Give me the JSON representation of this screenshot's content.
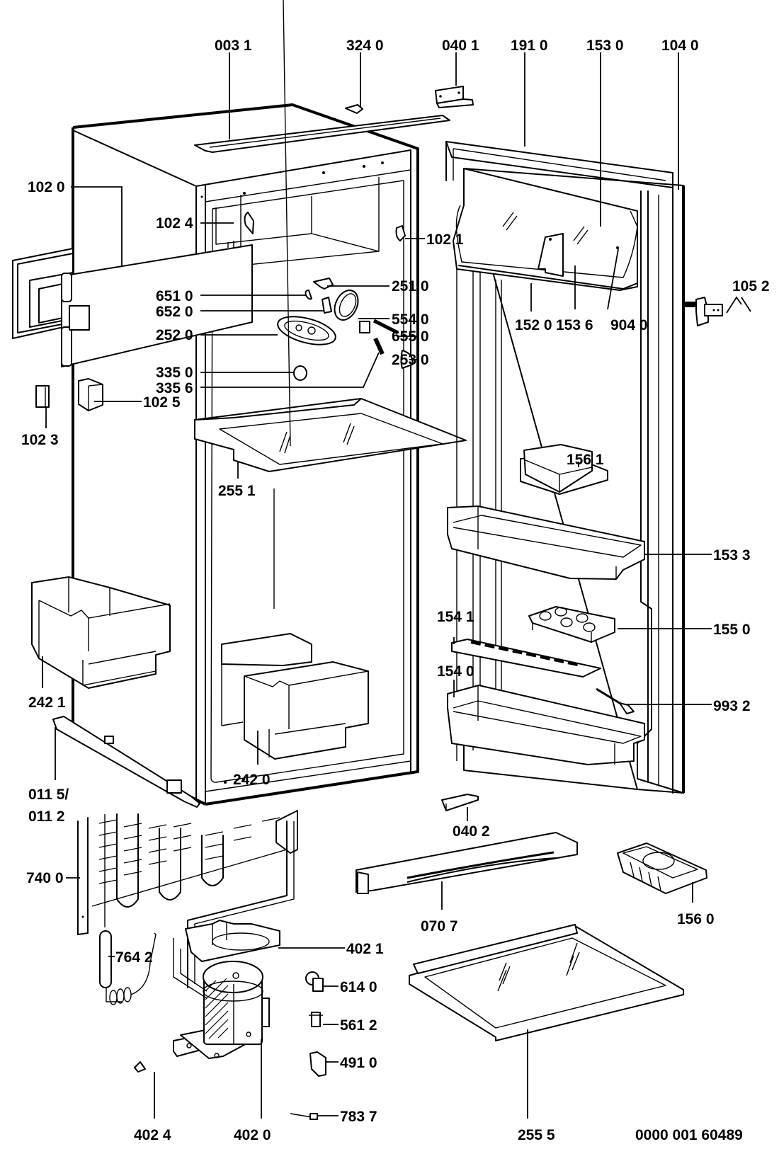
{
  "diagram": {
    "title": "Refrigerator exploded parts view",
    "drawing_number": "0000 001 60489",
    "labels": {
      "p0031": "003 1",
      "p3240": "324 0",
      "p0401": "040 1",
      "p1910": "191 0",
      "p1530": "153 0",
      "p1040": "104 0",
      "p1020": "102 0",
      "p1024": "102 4",
      "p1021": "102 1",
      "p6510": "651 0",
      "p6520": "652 0",
      "p2520": "252 0",
      "p2510": "251 0",
      "p5540": "554 0",
      "p6550": "655 0",
      "p2530": "253 0",
      "p3350": "335 0",
      "p3356": "335 6",
      "p1025": "102 5",
      "p1023": "102 3",
      "p1520": "152 0",
      "p1536": "153 6",
      "p9040": "904 0",
      "p1052": "105 2",
      "p2551": "255 1",
      "p1561": "156 1",
      "p1533": "153 3",
      "p1550": "155 0",
      "p1541": "154 1",
      "p1540": "154 0",
      "p9932": "993 2",
      "p2421": "242 1",
      "p2420": "242 0",
      "p0115": "011 5/",
      "p0112": "011 2",
      "p0402": "040 2",
      "p7400": "740 0",
      "p0707": "070 7",
      "p1560": "156 0",
      "p4021": "402 1",
      "p7642": "764 2",
      "p6140": "614 0",
      "p5612": "561 2",
      "p4910": "491 0",
      "p7837": "783 7",
      "p4024": "402 4",
      "p4020": "402 0",
      "p2555": "255 5"
    }
  }
}
